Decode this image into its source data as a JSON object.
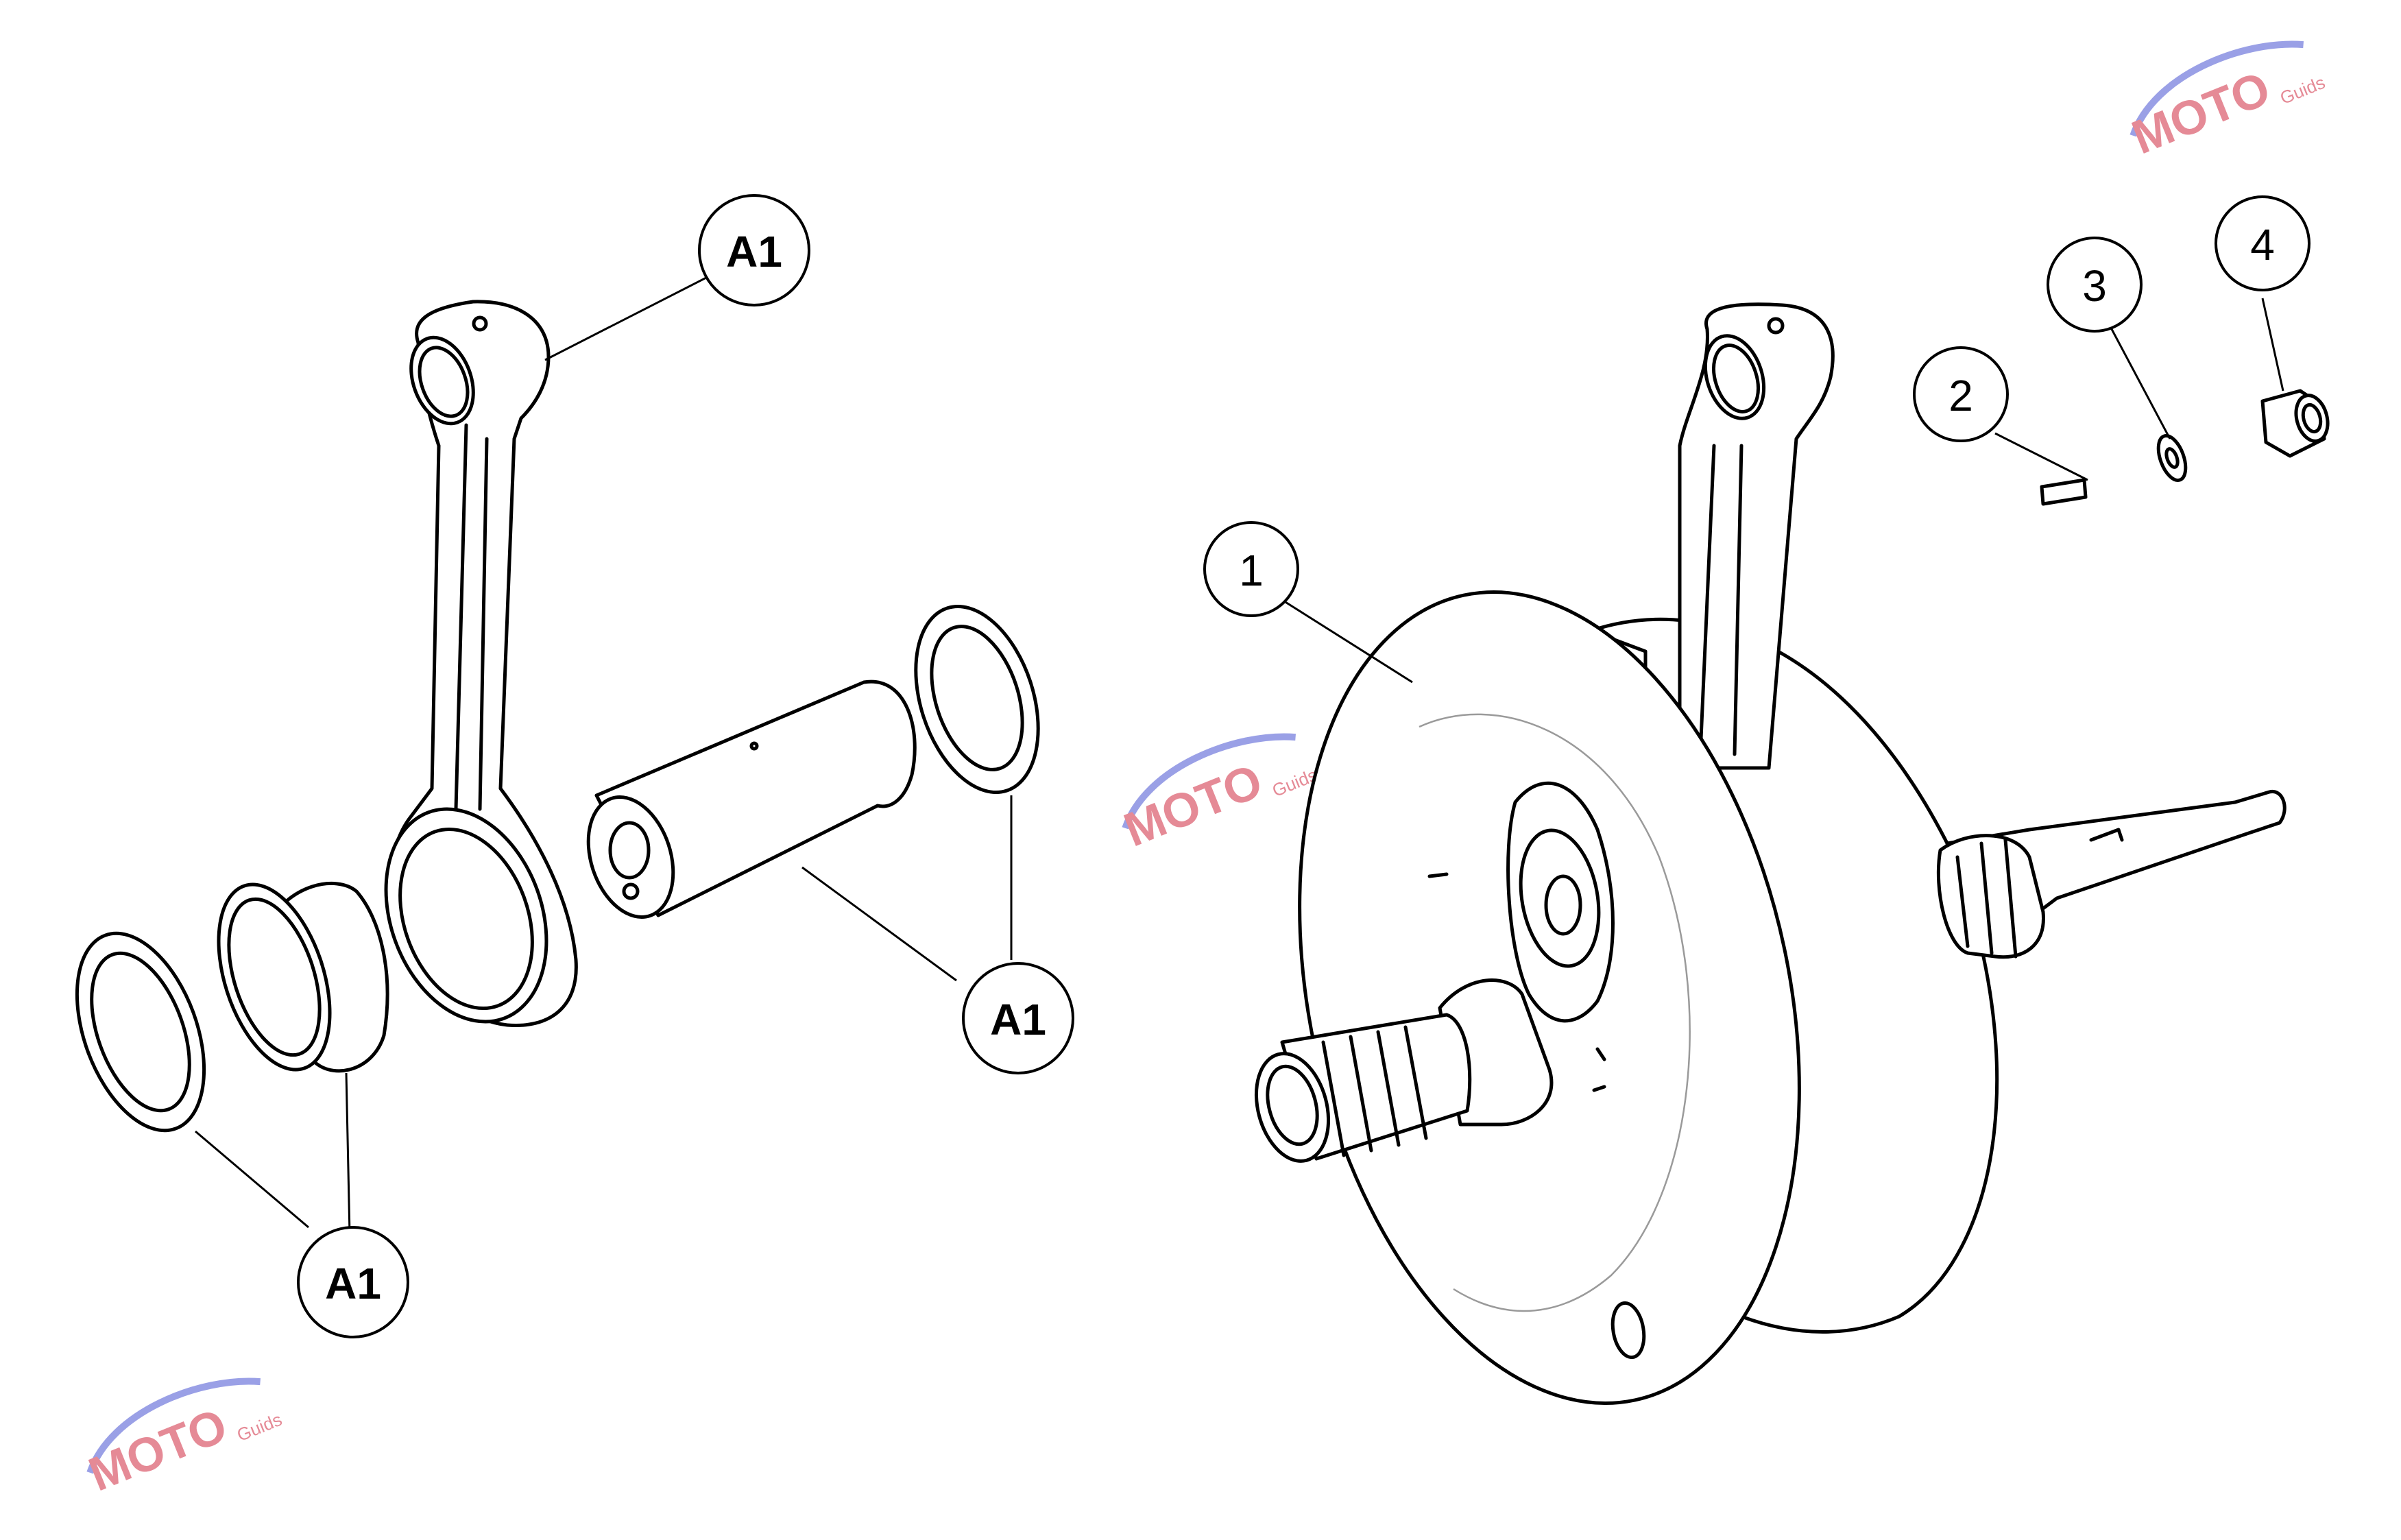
{
  "callouts": [
    {
      "id": "callout-1",
      "label": "1"
    },
    {
      "id": "callout-2",
      "label": "2"
    },
    {
      "id": "callout-3",
      "label": "3"
    },
    {
      "id": "callout-4",
      "label": "4"
    },
    {
      "id": "callout-a1-rod",
      "label": "A1"
    },
    {
      "id": "callout-a1-pin",
      "label": "A1"
    },
    {
      "id": "callout-a1-bearing",
      "label": "A1"
    }
  ],
  "watermark": {
    "text": "MOTO",
    "subtext": "Guids",
    "colors": {
      "primary": "#e58a96",
      "swoosh": "#9aa0e6"
    }
  }
}
